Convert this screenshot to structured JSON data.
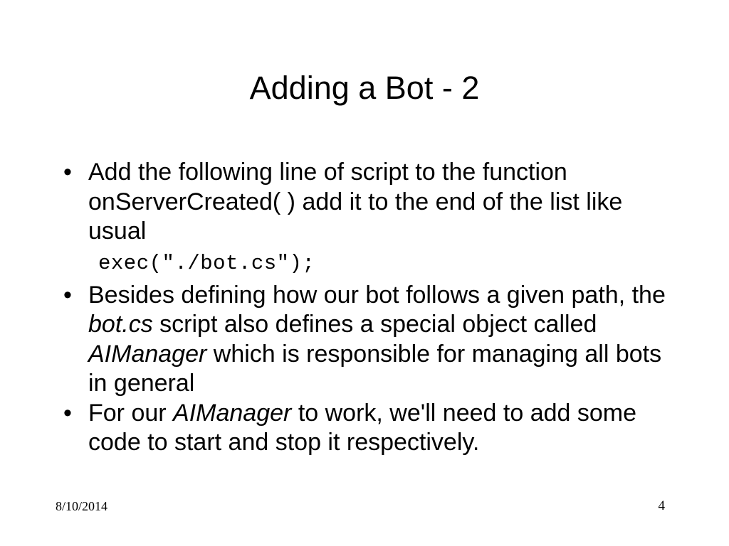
{
  "slide": {
    "title": "Adding a Bot - 2",
    "background_color": "#ffffff",
    "text_color": "#000000",
    "bullet_glyph": "•",
    "content": [
      {
        "type": "bullet",
        "marker": "•",
        "runs": [
          {
            "text": "Add the following line of script to the function onServerCreated( ) add it to the end of the list like usual",
            "style": "normal"
          }
        ]
      },
      {
        "type": "code",
        "marker": "",
        "runs": [
          {
            "text": "exec(\"./bot.cs\");",
            "style": "mono"
          }
        ]
      },
      {
        "type": "bullet",
        "marker": "•",
        "runs": [
          {
            "text": "Besides defining how our bot follows a given path, the ",
            "style": "normal"
          },
          {
            "text": "bot.cs",
            "style": "italic"
          },
          {
            "text": " script also defines a special object called ",
            "style": "normal"
          },
          {
            "text": "AIManager",
            "style": "italic"
          },
          {
            "text": " which is responsible for managing all bots in general",
            "style": "normal"
          }
        ]
      },
      {
        "type": "bullet",
        "marker": "•",
        "runs": [
          {
            "text": "For our ",
            "style": "normal"
          },
          {
            "text": "AIManager",
            "style": "italic"
          },
          {
            "text": " to work, we'll need to add some code to start and stop it respectively.",
            "style": "normal"
          }
        ]
      }
    ]
  },
  "footer": {
    "date": "8/10/2014",
    "page_number": "4"
  }
}
